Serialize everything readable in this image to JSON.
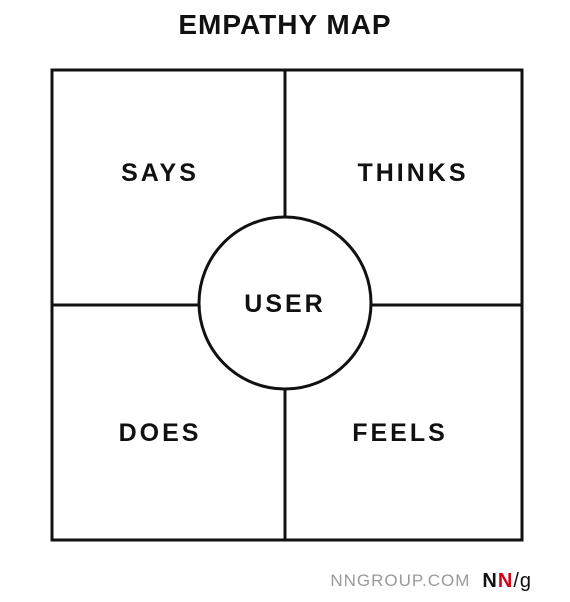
{
  "title": "EMPATHY MAP",
  "quadrants": {
    "top_left": "SAYS",
    "top_right": "THINKS",
    "bottom_left": "DOES",
    "bottom_right": "FEELS"
  },
  "center": "USER",
  "footer": {
    "site": "NNGROUP.COM",
    "logo": "NN/g",
    "logo_parts": {
      "n1": "N",
      "n2": "N",
      "slash_g": "/g"
    }
  },
  "colors": {
    "ink": "#111111",
    "footer_text": "#9a9a9a",
    "logo_accent": "#d0021b",
    "background": "#ffffff"
  }
}
